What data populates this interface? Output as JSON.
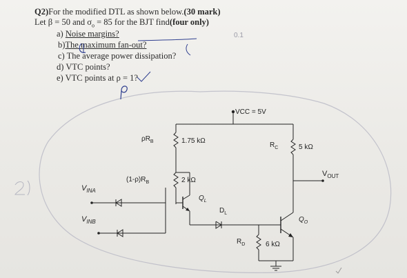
{
  "question": {
    "number": "Q2)",
    "title": "For the modified DTL as shown below.",
    "marks": "(30 mark)",
    "given_prefix": "Let β = 50 and ",
    "sigma": "σ",
    "sigma_sub": "o",
    "given_mid": " = 85 for the BJT find",
    "given_emph": "(four only)",
    "items": [
      {
        "label": "a)",
        "text": "Noise margins?"
      },
      {
        "label": "b)",
        "text": "The maximum fan-out?"
      },
      {
        "label": "c)",
        "text": "The average power dissipation?"
      },
      {
        "label": "d)",
        "text": "VTC points?"
      },
      {
        "label": "e)",
        "text": "VTC points at ρ = 1?"
      }
    ]
  },
  "circuit": {
    "vcc": "VCC = 5V",
    "rb_label": "ρR",
    "rb_sub": "B",
    "rb_value": "1.75 kΩ",
    "rb2_label": "(1-ρ)R",
    "rb2_sub": "B",
    "rb2_value": "2 kΩ",
    "rc_label": "R",
    "rc_sub": "C",
    "rc_value": "5 kΩ",
    "vout_label": "V",
    "vout_sub": "OUT",
    "ql_label": "Q",
    "ql_sub": "L",
    "dl_label": "D",
    "dl_sub": "L",
    "qo_label": "Q",
    "qo_sub": "O",
    "rd_label": "R",
    "rd_sub": "D",
    "rd_value": "6 kΩ",
    "vina_label": "V",
    "vina_sub": "INA",
    "vinb_label": "V",
    "vinb_sub": "INB"
  },
  "handwriting": {
    "mark_right": "0.1"
  }
}
